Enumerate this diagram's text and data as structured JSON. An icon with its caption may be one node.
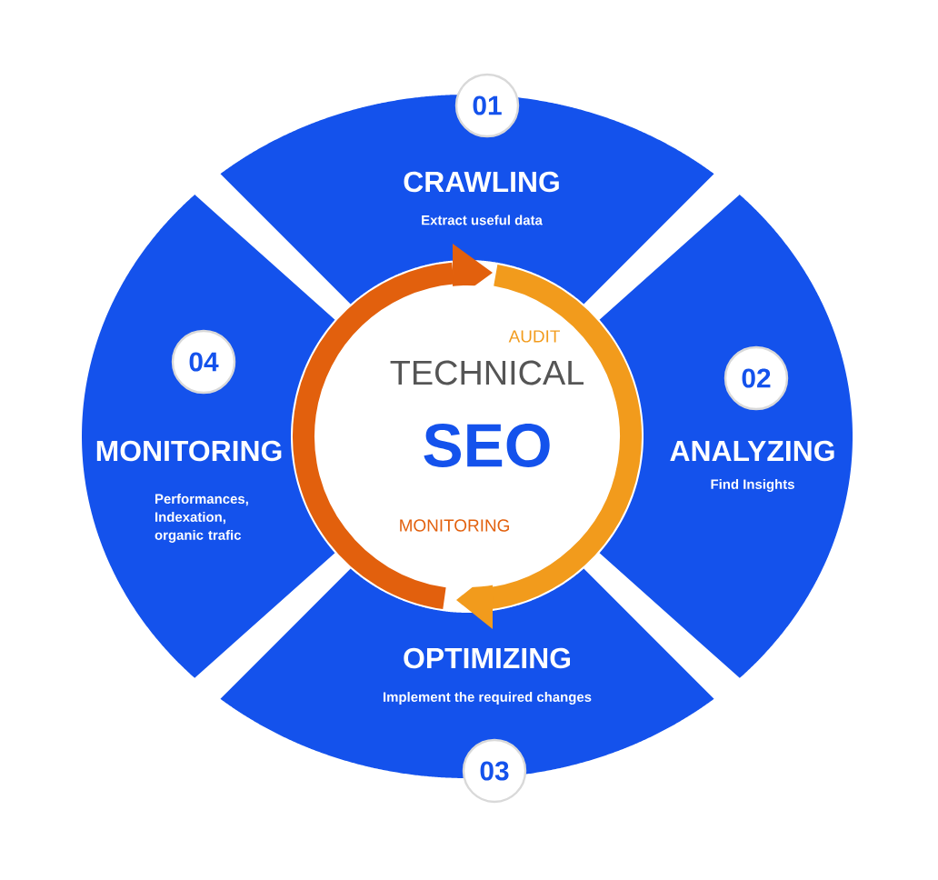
{
  "diagram": {
    "nodes": [
      {
        "text": [
          "01"
        ]
      },
      {
        "text": [
          "CRAWLING",
          "Extract useful data"
        ]
      },
      {
        "text": [
          "04"
        ],
        "in": 3
      },
      {
        "text": [
          "MONITORING",
          "Performances, Indexation, organic trafic"
        ]
      },
      {
        "text": [
          "TECHNICAL",
          "SEO"
        ]
      },
      {
        "text": [
          "02"
        ],
        "in": 6
      },
      {
        "text": [
          "ANALYZING",
          "Find Insights"
        ]
      },
      {
        "text": [
          "OPTIMIZING",
          "Implement the required changes"
        ]
      },
      {
        "text": [
          "03"
        ]
      }
    ],
    "labels": [
      "AUDIT",
      "MONITORING"
    ]
  }
}
